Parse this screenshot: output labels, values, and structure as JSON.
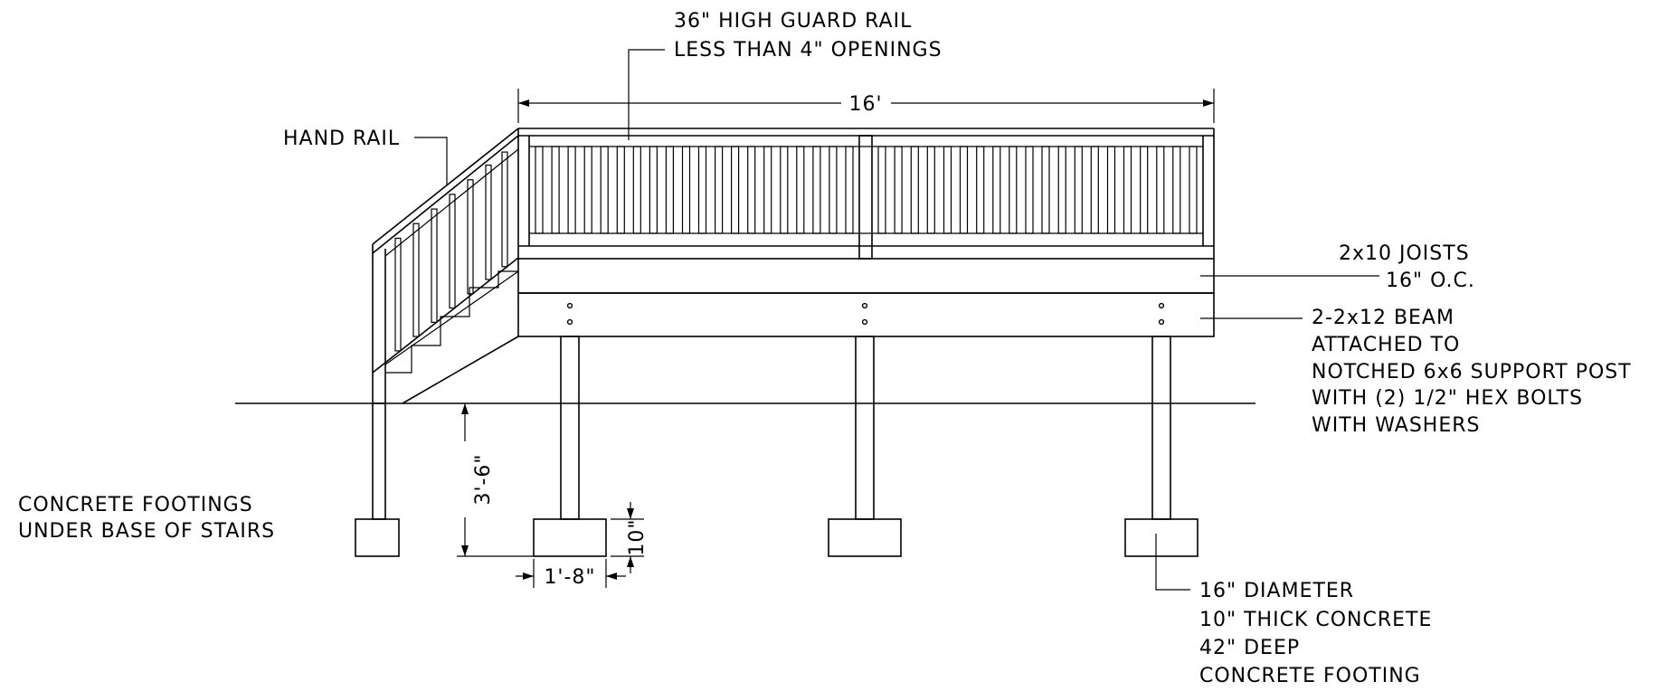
{
  "callouts": {
    "guard_rail": [
      "36\" HIGH GUARD RAIL",
      "LESS THAN 4\" OPENINGS"
    ],
    "hand_rail": "HAND RAIL",
    "joists": [
      "2x10 JOISTS",
      "16\" O.C."
    ],
    "beam": [
      "2-2x12 BEAM",
      "ATTACHED TO",
      "NOTCHED 6x6 SUPPORT POST",
      "WITH (2) 1/2\" HEX BOLTS",
      "WITH WASHERS"
    ],
    "stair_footings": [
      "CONCRETE FOOTINGS",
      "UNDER BASE OF STAIRS"
    ],
    "footing_spec": [
      "16\" DIAMETER",
      "10\" THICK CONCRETE",
      "42\" DEEP",
      "CONCRETE FOOTING"
    ]
  },
  "dimensions": {
    "deck_length": "16'",
    "footing_depth": "3'-6\"",
    "footing_width": "1'-8\"",
    "footing_thickness": "10\""
  }
}
